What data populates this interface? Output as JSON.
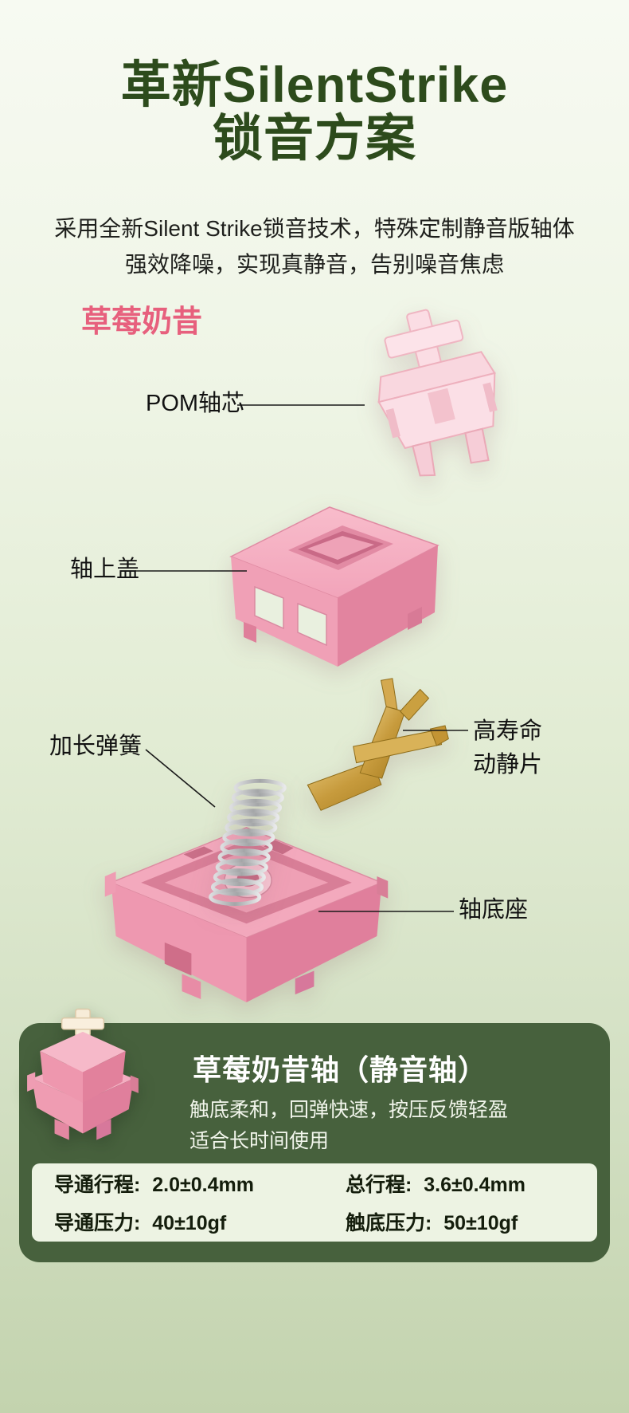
{
  "hero": {
    "title_line1": "革新SilentStrike",
    "title_line2": "锁音方案",
    "subtitle_line1": "采用全新Silent Strike锁音技术，特殊定制静音版轴体",
    "subtitle_line2": "强效降噪，实现真静音，告别噪音焦虑",
    "product_name": "草莓奶昔"
  },
  "labels": {
    "stem": "POM轴芯",
    "top_housing": "轴上盖",
    "spring": "加长弹簧",
    "leaf_line1": "高寿命",
    "leaf_line2": "动静片",
    "bottom_housing": "轴底座"
  },
  "card": {
    "title": "草莓奶昔轴（静音轴）",
    "desc_line1": "触底柔和，回弹快速，按压反馈轻盈",
    "desc_line2": "适合长时间使用",
    "specs": [
      {
        "label": "导通行程:",
        "value": "2.0±0.4mm"
      },
      {
        "label": "总行程:",
        "value": "3.6±0.4mm"
      },
      {
        "label": "导通压力:",
        "value": "40±10gf"
      },
      {
        "label": "触底压力:",
        "value": "50±10gf"
      }
    ]
  },
  "colors": {
    "title_green": "#2d4b1c",
    "accent_pink": "#e7607d",
    "card_green": "#47613d",
    "spec_panel": "#edf3e3",
    "switch_pink": "#f2a4ba",
    "stem_pale_pink": "#fbdfe6",
    "contact_gold": "#c79b3d",
    "background_top": "#f7faf2",
    "background_bottom": "#c3d3ae"
  }
}
